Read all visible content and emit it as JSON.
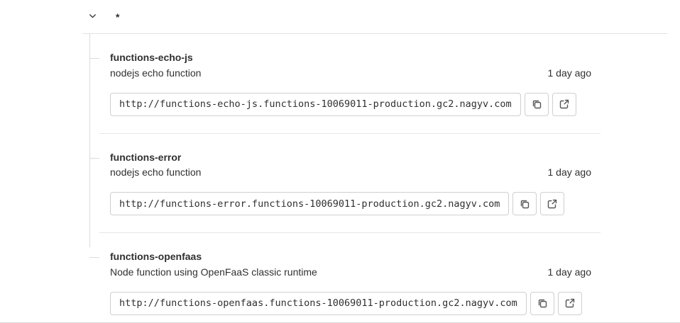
{
  "header": {
    "environment_name": "*",
    "collapse_icon": "chevron-down-icon"
  },
  "items": [
    {
      "name": "functions-echo-js",
      "description": "nodejs echo function",
      "age": "1 day ago",
      "url": "http://functions-echo-js.functions-10069011-production.gc2.nagyv.com"
    },
    {
      "name": "functions-error",
      "description": "nodejs echo function",
      "age": "1 day ago",
      "url": "http://functions-error.functions-10069011-production.gc2.nagyv.com"
    },
    {
      "name": "functions-openfaas",
      "description": "Node function using OpenFaaS classic runtime",
      "age": "1 day ago",
      "url": "http://functions-openfaas.functions-10069011-production.gc2.nagyv.com"
    }
  ],
  "icons": {
    "copy": "copy-icon",
    "open_external": "external-link-icon"
  },
  "colors": {
    "text": "#303030",
    "border": "#cfcfcf",
    "divider": "#e7e7e7",
    "connector": "#dbdbdb",
    "background": "#ffffff"
  }
}
